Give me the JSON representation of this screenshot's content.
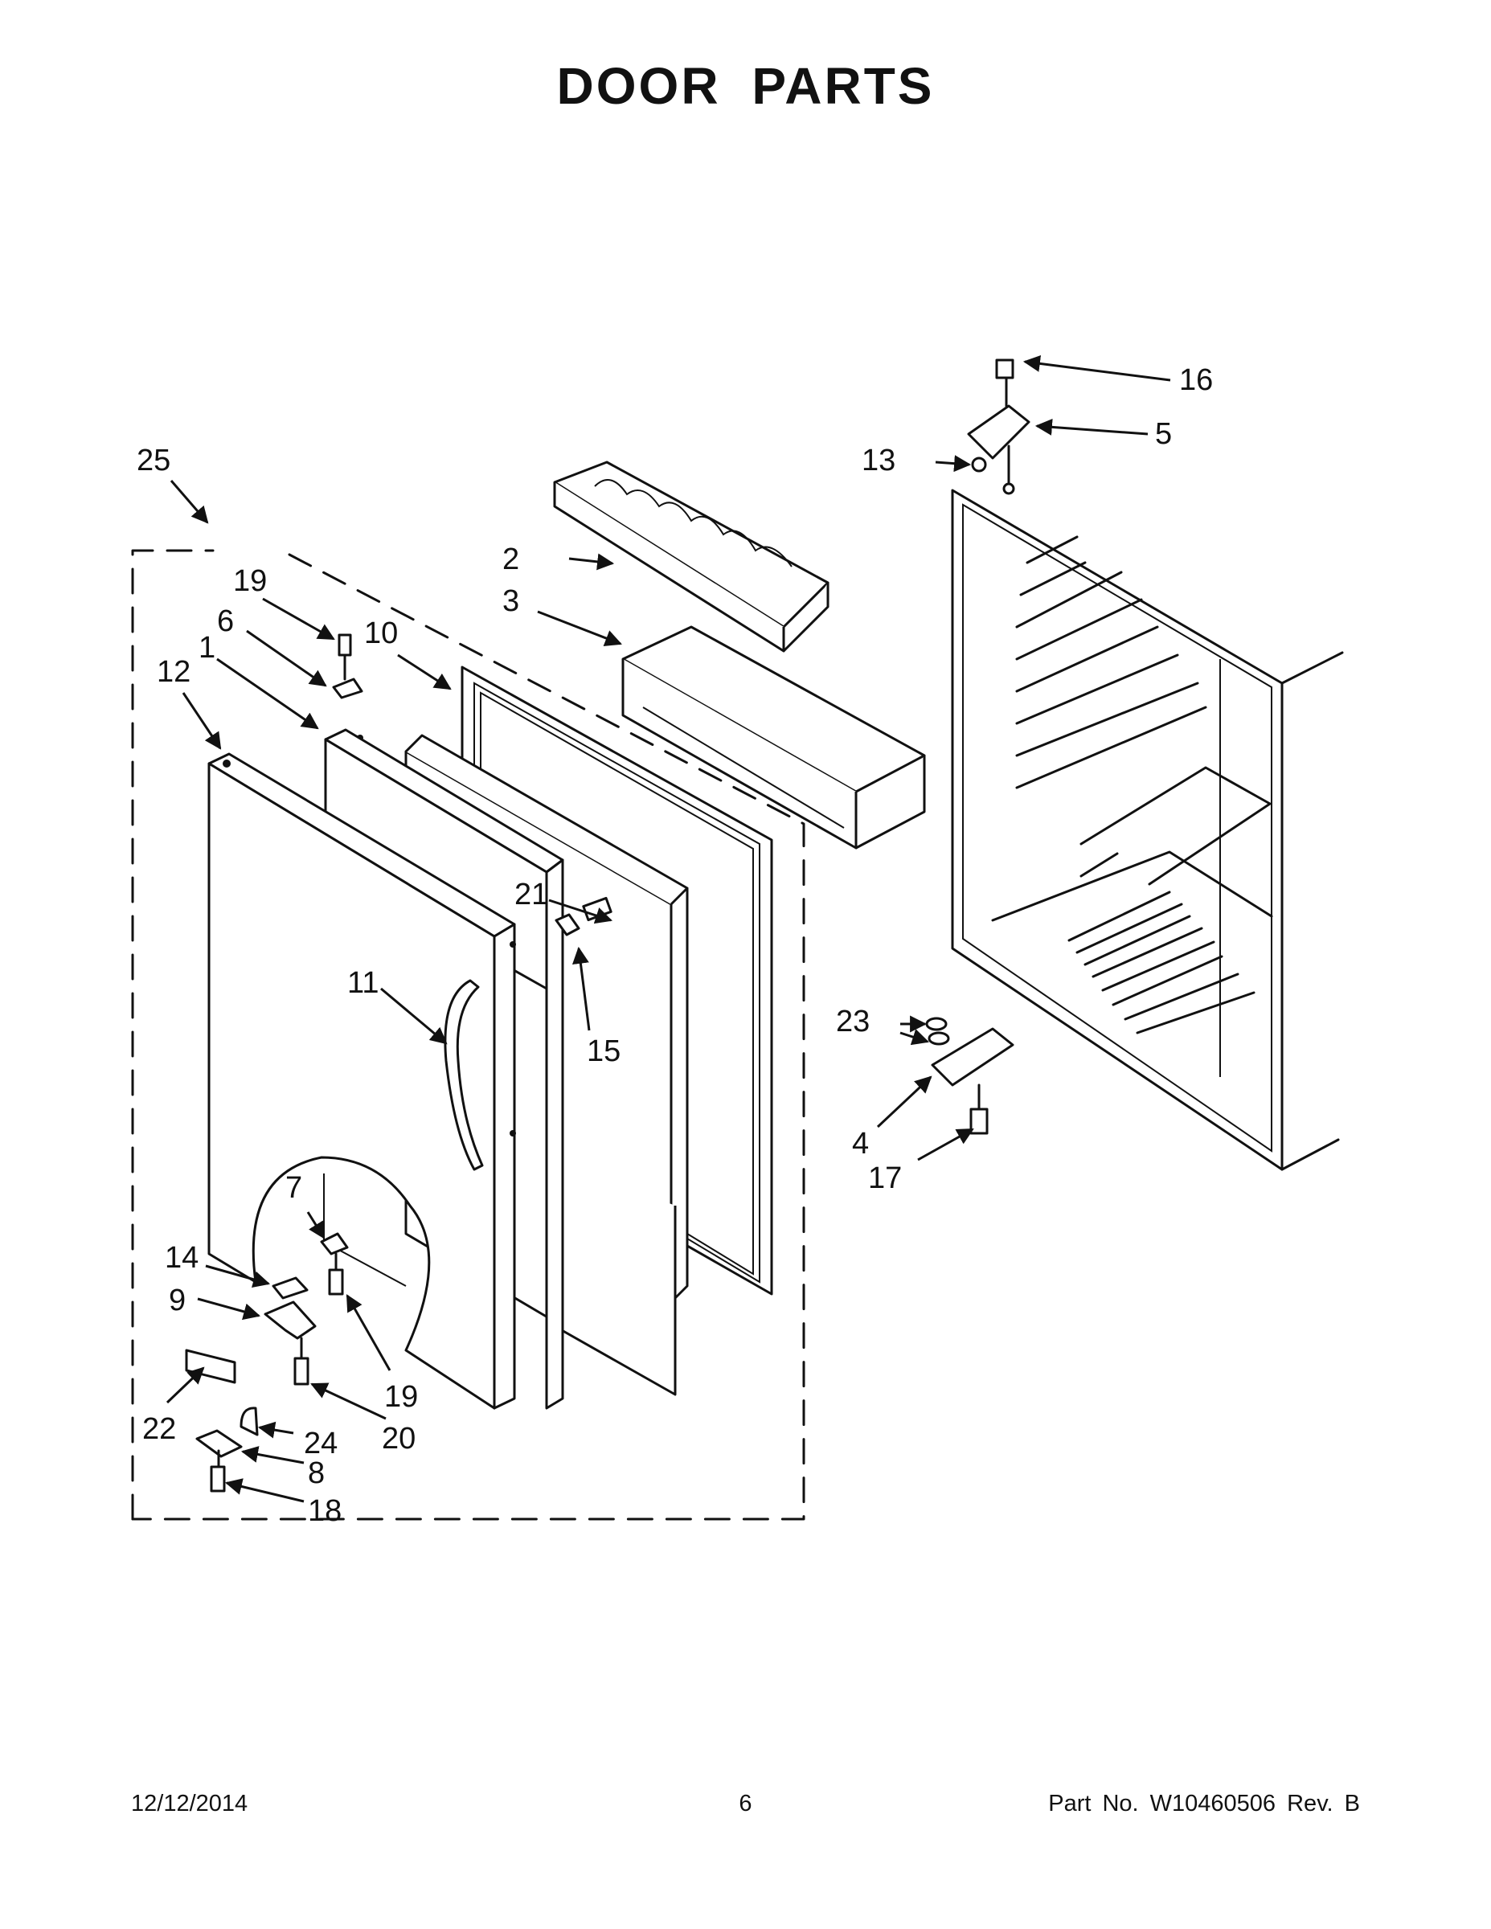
{
  "page": {
    "title": "DOOR PARTS",
    "footer_date": "12/12/2014",
    "footer_page": "6",
    "footer_part": "Part No.  W10460506  Rev.  B"
  },
  "callouts": {
    "c1": "1",
    "c2": "2",
    "c3": "3",
    "c4": "4",
    "c5": "5",
    "c6": "6",
    "c7": "7",
    "c8": "8",
    "c9": "9",
    "c10": "10",
    "c11": "11",
    "c12": "12",
    "c13": "13",
    "c14": "14",
    "c15": "15",
    "c16": "16",
    "c17": "17",
    "c18": "18",
    "c19a": "19",
    "c19b": "19",
    "c20": "20",
    "c21": "21",
    "c22": "22",
    "c23": "23",
    "c24": "24",
    "c25": "25"
  }
}
